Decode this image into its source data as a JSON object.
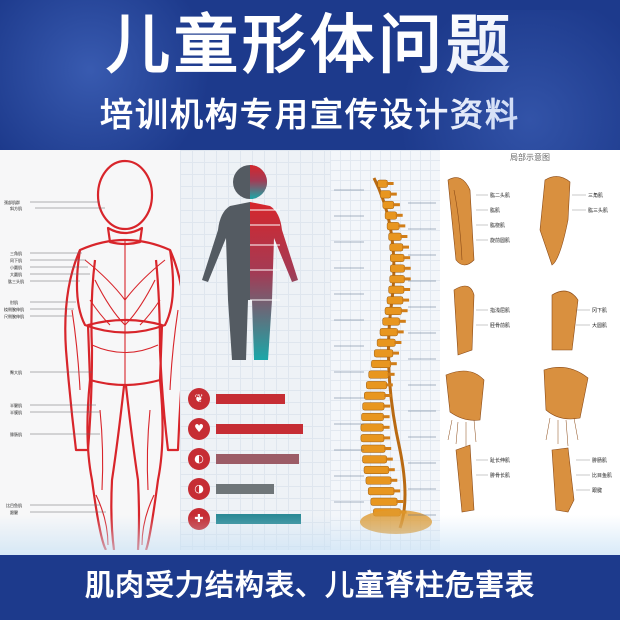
{
  "header": {
    "title": "儿童形体问题",
    "subtitle": "培训机构专用宣传设计资料"
  },
  "footer": {
    "text": "肌肉受力结构表、儿童脊柱危害表"
  },
  "panel_muscle_labels": [
    "颈部肌群",
    "斜方肌",
    "三角肌",
    "冈下肌",
    "小圆肌",
    "大圆肌",
    "肱三头肌",
    "肘肌",
    "桡侧腕伸肌",
    "尺侧腕伸肌",
    "臀大肌",
    "半腱肌",
    "半膜肌",
    "腓肠肌",
    "比目鱼肌",
    "跟腱"
  ],
  "panel_detail": {
    "caption": "局部示意图",
    "labels_left": [
      "肱二头肌",
      "肱肌",
      "肱桡肌",
      "旋前圆肌",
      "指浅屈肌",
      "胫骨前肌",
      "趾长伸肌",
      "腓骨长肌"
    ],
    "labels_right": [
      "三角肌",
      "肱三头肌",
      "冈下肌",
      "大圆肌",
      "腓肠肌",
      "比目鱼肌",
      "跟腱"
    ]
  },
  "colors": {
    "header_bg": "#1d3a8c",
    "muscle_red": "#d8252b",
    "bar_red": "#c62d34",
    "bar_mauve": "#9c5c66",
    "bar_gray": "#6f7679",
    "bar_teal": "#2b8a96",
    "spine_orange": "#e8961f"
  },
  "icons": [
    "lungs-icon",
    "heart-icon",
    "stomach-icon",
    "kidney-icon",
    "joint-icon"
  ],
  "infographic_bars": [
    {
      "icon": "lungs-icon",
      "level": 0.62,
      "color": "#c62d34"
    },
    {
      "icon": "heart-icon",
      "level": 0.78,
      "color": "#c62d34"
    },
    {
      "icon": "stomach-icon",
      "level": 0.74,
      "color": "#9c5c66"
    },
    {
      "icon": "kidney-icon",
      "level": 0.52,
      "color": "#6f7679"
    },
    {
      "icon": "joint-icon",
      "level": 0.76,
      "color": "#2b8a96"
    }
  ]
}
